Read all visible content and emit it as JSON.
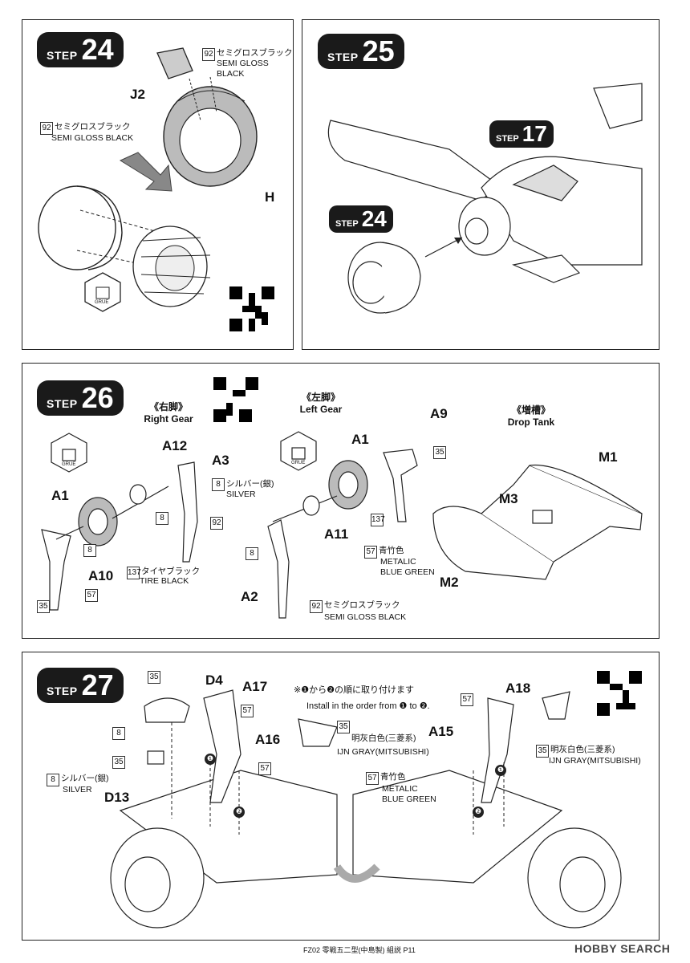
{
  "step24": {
    "step_word": "STEP",
    "step_num": "24",
    "part_j2": "J2",
    "part_h": "H",
    "color_ref_top": "92",
    "color_jp_top": "セミグロスブラック",
    "color_en_top": "SEMI GLOSS BLACK",
    "color_ref_left": "92",
    "color_jp_left": "セミグロスブラック",
    "color_en_left": "SEMI GLOSS BLACK",
    "glue_label": "GRUE"
  },
  "step25": {
    "step_word": "STEP",
    "step_num": "25",
    "ref_a_word": "STEP",
    "ref_a_num": "17",
    "ref_b_word": "STEP",
    "ref_b_num": "24"
  },
  "step26": {
    "step_word": "STEP",
    "step_num": "26",
    "right_gear_jp": "《右脚》",
    "right_gear_en": "Right Gear",
    "left_gear_jp": "《左脚》",
    "left_gear_en": "Left Gear",
    "drop_tank_jp": "《増槽》",
    "drop_tank_en": "Drop Tank",
    "parts": {
      "a12": "A12",
      "a3": "A3",
      "a1_r": "A1",
      "a10": "A10",
      "a1_l": "A1",
      "a9": "A9",
      "a11": "A11",
      "a2": "A2",
      "m1": "M1",
      "m3": "M3",
      "m2": "M2"
    },
    "codes": {
      "c8a": "8",
      "c8b": "8",
      "c8c": "8",
      "c92a": "92",
      "c137a": "137",
      "c35a": "35",
      "c57a": "57",
      "c35b": "35",
      "c137b": "137",
      "c57b": "57",
      "c8d": "8",
      "c92b": "92"
    },
    "silver_jp": "シルバー(銀)",
    "silver_en": "SILVER",
    "tire_jp": "タイヤブラック",
    "tire_en": "TIRE BLACK",
    "blue_green_jp": "青竹色",
    "blue_green_en1": "METALIC",
    "blue_green_en2": "BLUE GREEN",
    "sgb_jp": "セミグロスブラック",
    "sgb_en": "SEMI GLOSS BLACK",
    "glue_label": "GRUE"
  },
  "step27": {
    "step_word": "STEP",
    "step_num": "27",
    "order_jp": "※❶から❷の順に取り付けます",
    "order_en": "Install in the order from ❶ to ❷.",
    "parts": {
      "d4": "D4",
      "a17": "A17",
      "a16": "A16",
      "d13": "D13",
      "a18": "A18",
      "a15": "A15"
    },
    "codes": {
      "c35a": "35",
      "c57a": "57",
      "c35b": "35",
      "c8a": "8",
      "c35c": "35",
      "c8b": "8",
      "c57b": "57",
      "c57c": "57",
      "c35d": "35",
      "c57d": "57"
    },
    "ijn_jp": "明灰白色(三菱系)",
    "ijn_en": "IJN GRAY(MITSUBISHI)",
    "ijn_jp2": "明灰白色(三菱系)",
    "ijn_en2": "IJN GRAY(MITSUBISHI)",
    "silver_jp": "シルバー(銀)",
    "silver_en": "SILVER",
    "bg_jp": "青竹色",
    "bg_en1": "METALIC",
    "bg_en2": "BLUE GREEN",
    "num1": "❶",
    "num2": "❷"
  },
  "footer": {
    "text": "FZ02 零戦五二型(中島製) 組説 P11",
    "watermark": "HOBBY SEARCH"
  }
}
